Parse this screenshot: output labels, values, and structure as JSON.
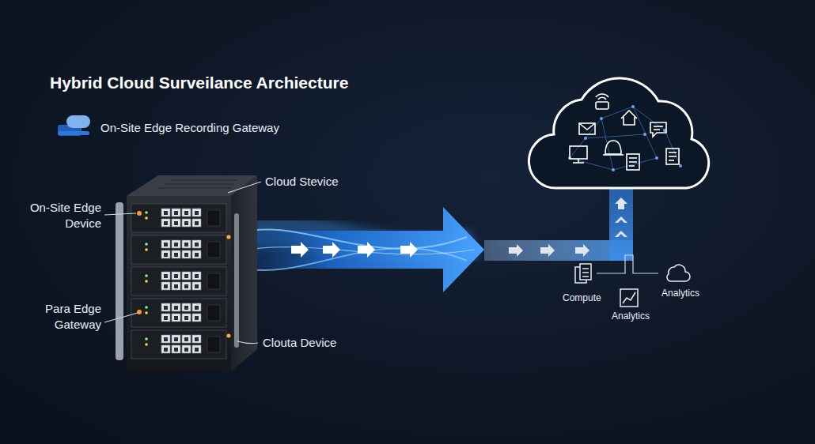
{
  "diagram": {
    "title": "Hybrid Cloud Surveilance Archiecture",
    "labels": [
      "On-Site Edge Recording Gateway",
      "Cloud Stevice",
      "On-Site Edge Device",
      "Para Edge Gateway",
      "Clouta Device",
      "Compute",
      "Analytics",
      "Analytics"
    ]
  }
}
